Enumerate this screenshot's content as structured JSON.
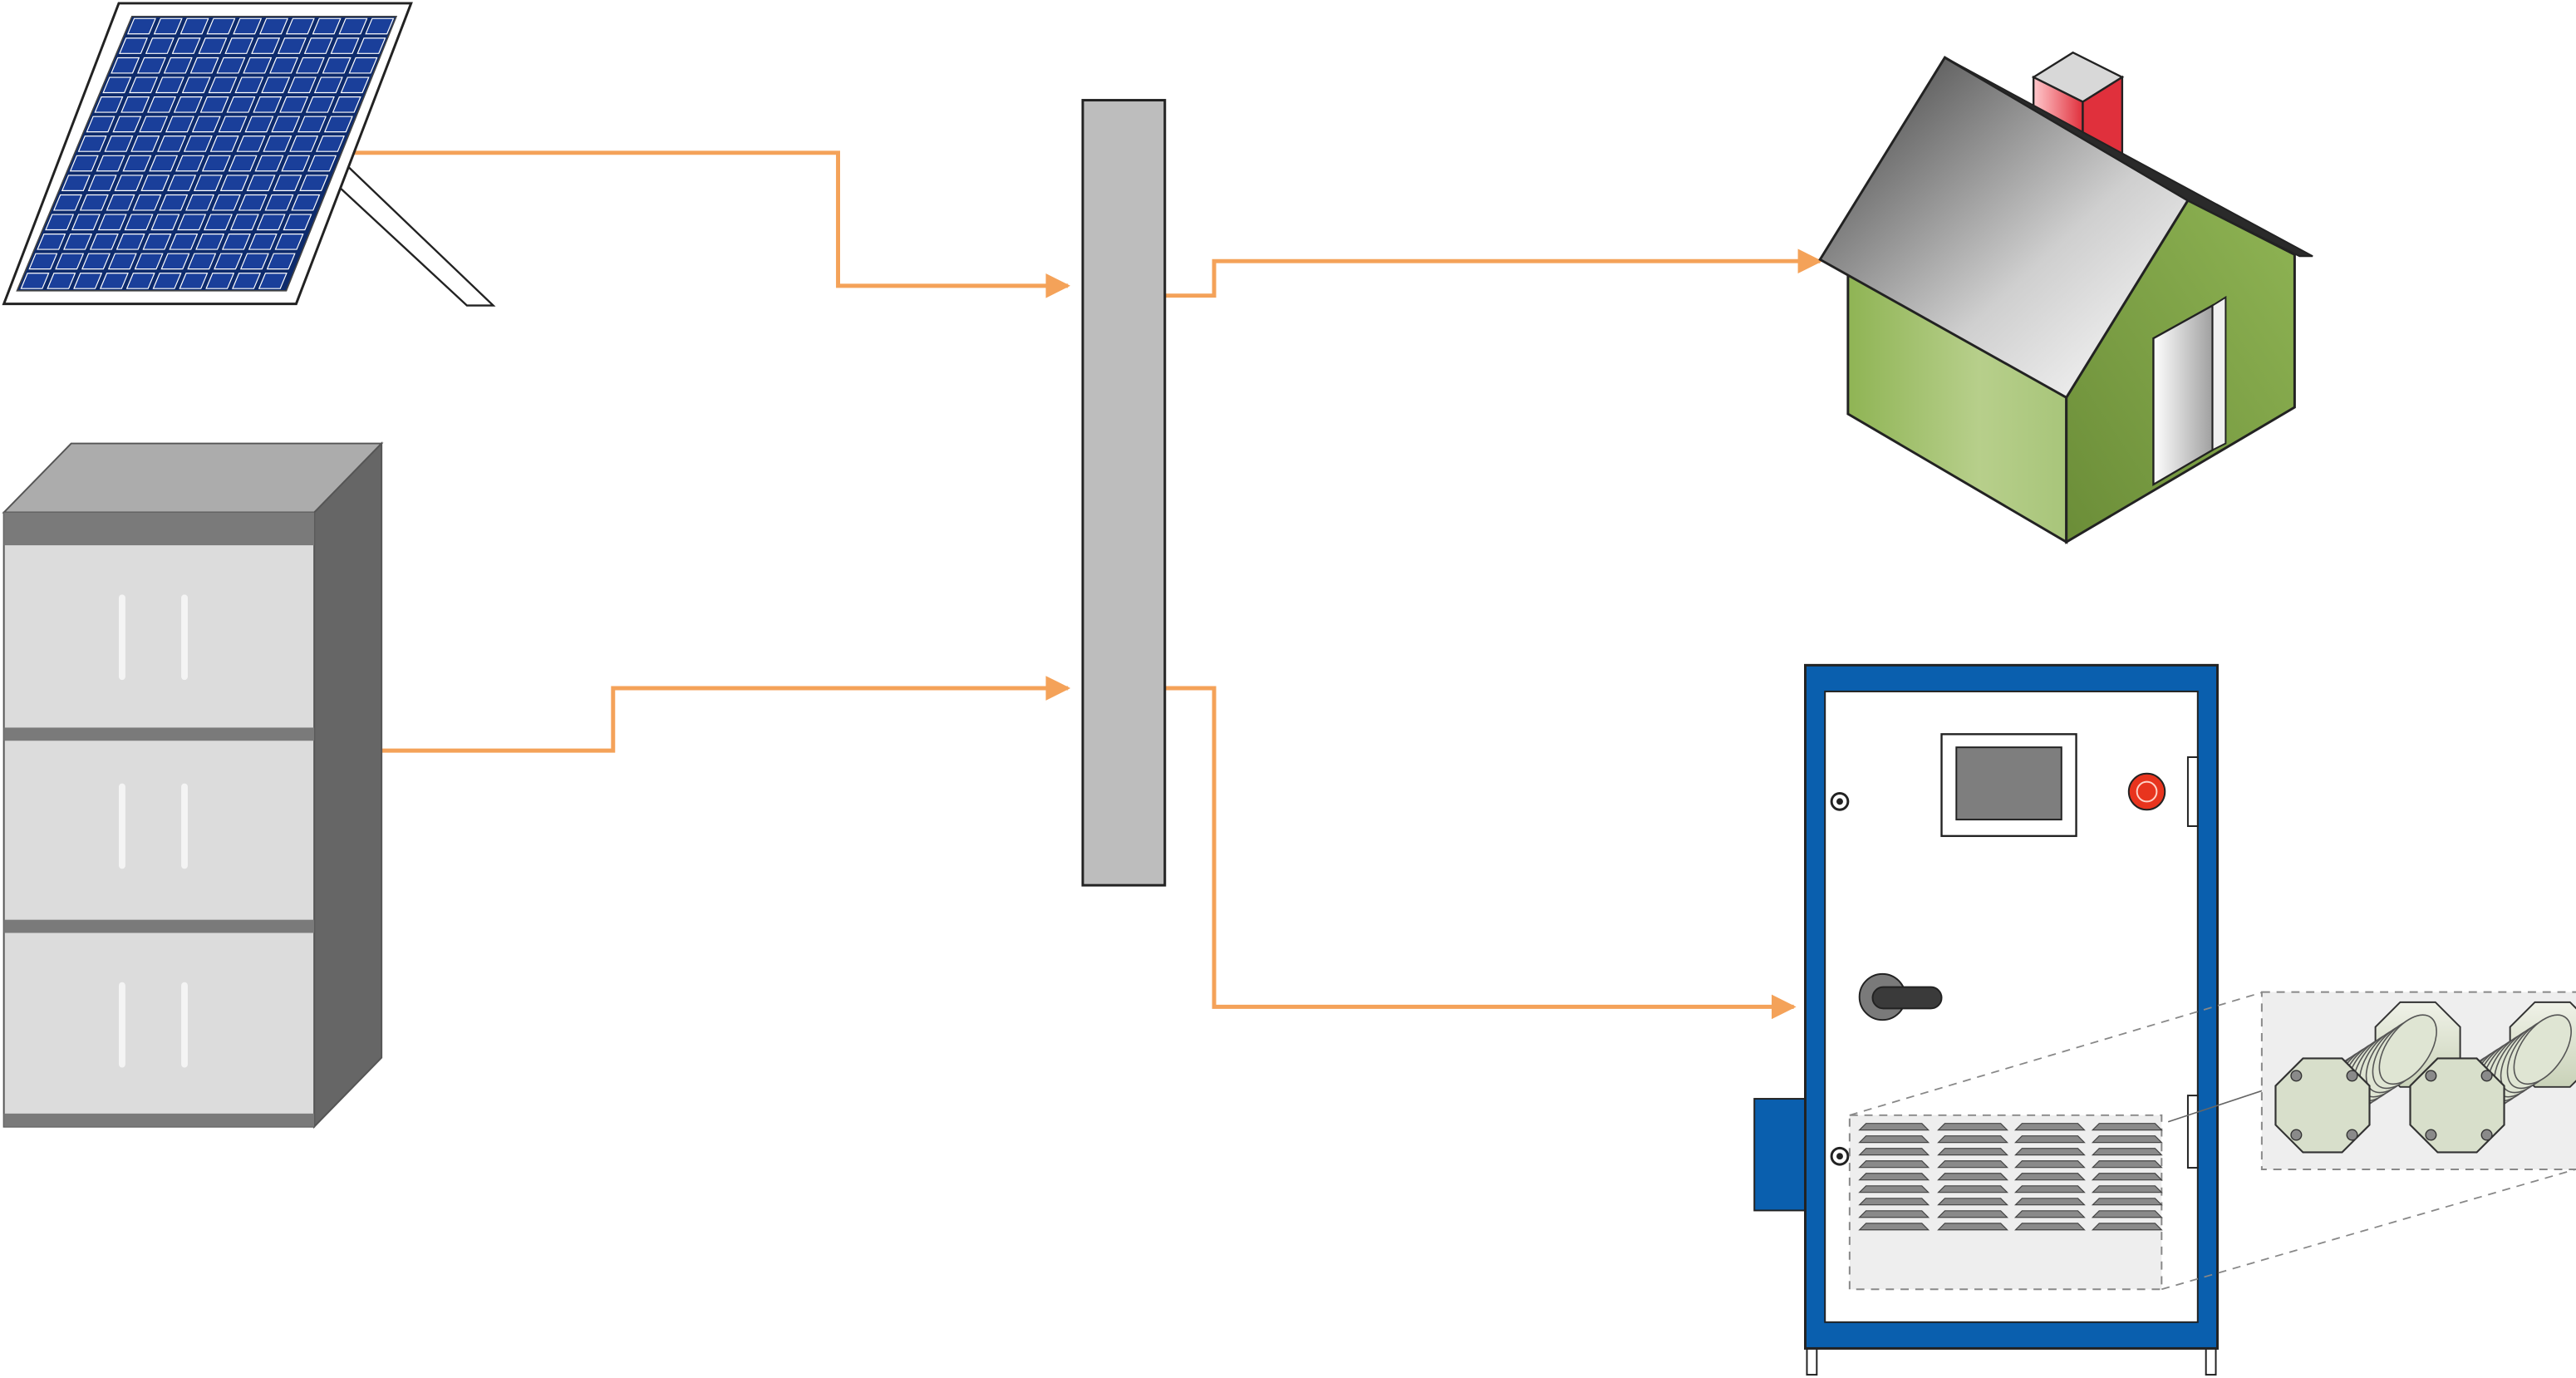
{
  "diagram": {
    "type": "energy-system-schematic",
    "nodes": [
      {
        "id": "solar",
        "icon": "solar-panel-icon"
      },
      {
        "id": "battery",
        "icon": "battery-cabinet-icon"
      },
      {
        "id": "bus",
        "icon": "busbar-icon"
      },
      {
        "id": "house",
        "icon": "house-icon"
      },
      {
        "id": "cabinet",
        "icon": "electrolyzer-cabinet-icon"
      }
    ],
    "edges": [
      {
        "from": "solar",
        "to": "bus",
        "arrow": true
      },
      {
        "from": "battery",
        "to": "bus",
        "arrow": true
      },
      {
        "from": "bus",
        "to": "house",
        "arrow": true
      },
      {
        "from": "bus",
        "to": "cabinet",
        "arrow": true
      }
    ],
    "colors": {
      "connector": "#f4a259",
      "busbar": "#bdbdbd",
      "cabinet_frame": "#0a5fae",
      "house_wall": "#9dbf64",
      "house_side": "#7c9e45",
      "chimney": "#e05a64",
      "solar_cell": "#12307a",
      "battery_body": "#dcdcdc",
      "battery_side": "#666666",
      "stop_button": "#e8341e"
    }
  }
}
